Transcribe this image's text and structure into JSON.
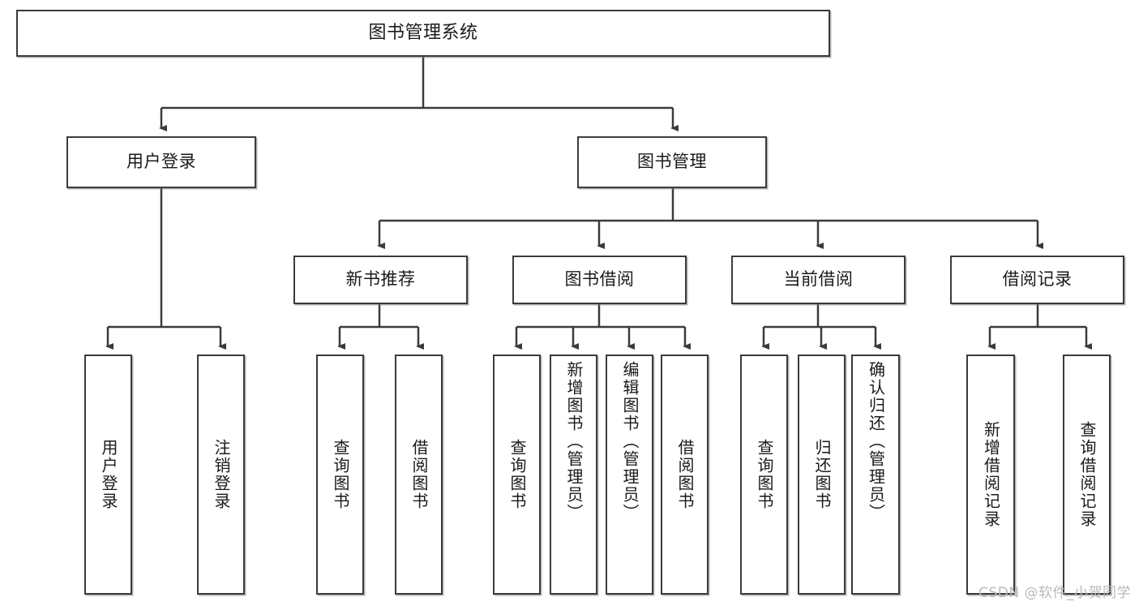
{
  "diagram": {
    "title_node": {
      "label": "图书管理系统"
    },
    "level2": [
      {
        "label": "用户登录"
      },
      {
        "label": "图书管理"
      }
    ],
    "level3": [
      {
        "label": "新书推荐"
      },
      {
        "label": "图书借阅"
      },
      {
        "label": "当前借阅"
      },
      {
        "label": "借阅记录"
      }
    ],
    "leaves": [
      {
        "label": "用户登录"
      },
      {
        "label": "注销登录"
      },
      {
        "label": "查询图书"
      },
      {
        "label": "借阅图书"
      },
      {
        "label": "查询图书"
      },
      {
        "label": "新增图书（管理员）"
      },
      {
        "label": "编辑图书（管理员）"
      },
      {
        "label": "借阅图书"
      },
      {
        "label": "查询图书"
      },
      {
        "label": "归还图书"
      },
      {
        "label": "确认归还（管理员）"
      },
      {
        "label": "新增借阅记录"
      },
      {
        "label": "查询借阅记录"
      }
    ],
    "watermark": "CSDN @软件_小贺同学",
    "colors": {
      "stroke": "#3b3b3b",
      "text": "#1a1a1a",
      "background": "#ffffff",
      "watermark": "#b9b9b9"
    }
  }
}
